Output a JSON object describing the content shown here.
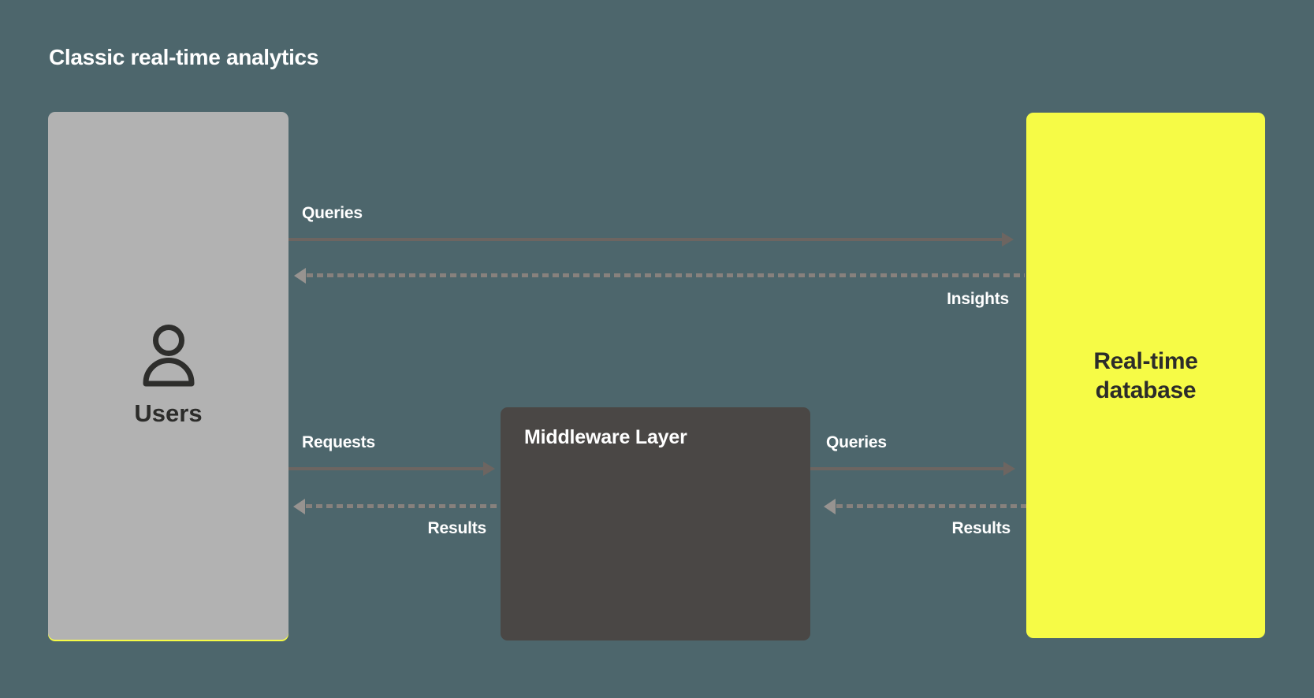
{
  "title": "Classic real-time analytics",
  "diagram": {
    "nodes": {
      "users": {
        "label": "Users",
        "icon": "user-icon",
        "color": "#b2b2b2"
      },
      "middleware": {
        "label": "Middleware Layer",
        "color": "#4a4745"
      },
      "database": {
        "label": "Real-time database",
        "color": "#f6fb46"
      }
    },
    "flows": [
      {
        "from": "users",
        "to": "database",
        "label": "Queries",
        "style": "solid"
      },
      {
        "from": "database",
        "to": "users",
        "label": "Insights",
        "style": "dashed"
      },
      {
        "from": "users",
        "to": "middleware",
        "label": "Requests",
        "style": "solid"
      },
      {
        "from": "middleware",
        "to": "users",
        "label": "Results",
        "style": "dashed"
      },
      {
        "from": "middleware",
        "to": "database",
        "label": "Queries",
        "style": "solid"
      },
      {
        "from": "database",
        "to": "middleware",
        "label": "Results",
        "style": "dashed"
      }
    ]
  },
  "colors": {
    "bg": "#4d666c",
    "users-box": "#b2b2b2",
    "middleware-box": "#4a4745",
    "database-box": "#f6fb46",
    "arrow-solid": "#6d6561",
    "arrow-dashed": "#87817d",
    "arrowhead-dashed": "#979390",
    "dark-text": "#2c2c2a"
  }
}
